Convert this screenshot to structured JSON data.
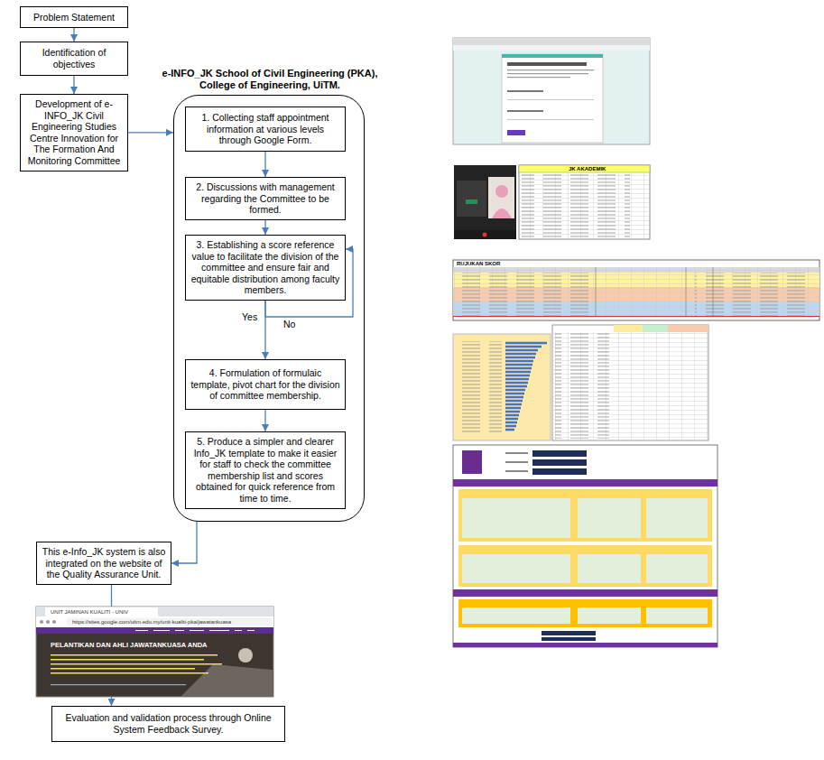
{
  "diagram": {
    "nodes": [
      {
        "text": [
          "Problem Statement"
        ]
      },
      {
        "text": [
          "Identification of objectives"
        ]
      },
      {
        "text": [
          "Development of e-INFO_JK Civil Engineering Studies Centre Innovation for The Formation And Monitoring Committee"
        ]
      },
      {
        "text": [
          "e-INFO_JK School of Civil Engineering (PKA), College of Engineering, UiTM."
        ]
      },
      {
        "text": [
          "1. Collecting staff appointment information at various levels through Google Form."
        ],
        "in": 3
      },
      {
        "text": [
          "2. Discussions with management regarding the Committee to be formed."
        ],
        "in": 3
      },
      {
        "text": [
          "3. Establishing a score reference value to facilitate the division of the committee and ensure fair and equitable distribution among faculty members."
        ],
        "in": 3
      },
      {
        "text": [
          "4. Formulation of formulaic template, pivot chart for the division of committee membership."
        ],
        "in": 3
      },
      {
        "text": [
          "5. Produce a simpler and clearer Info_JK template to make it easier for staff to check the committee membership list and scores obtained for quick reference from time to time."
        ],
        "in": 3
      },
      {
        "text": [
          "This e-Info_JK system is also integrated on the website of the Quality Assurance Unit."
        ]
      },
      {
        "text": [
          "Evaluation and validation process through Online System Feedback Survey."
        ]
      }
    ],
    "edges": [
      {
        "from": 0,
        "to": 1,
        "arrow": "to"
      },
      {
        "from": 1,
        "to": 2,
        "arrow": "to"
      },
      {
        "from": 2,
        "to": 3,
        "arrow": "to"
      },
      {
        "from": 4,
        "to": 5,
        "arrow": "to"
      },
      {
        "from": 5,
        "to": 6,
        "arrow": "to"
      },
      {
        "from": 6,
        "to": 7,
        "label": "Yes",
        "arrow": "to"
      },
      {
        "from": 6,
        "to": 6,
        "label": "No",
        "arrow": "to"
      },
      {
        "from": 7,
        "to": 8,
        "arrow": "to"
      },
      {
        "from": 3,
        "to": 9,
        "arrow": "to"
      },
      {
        "from": 9,
        "to": 10,
        "arrow": "to"
      }
    ],
    "labels": [
      "JK AKADEMIK",
      "RUJUKAN SKOR",
      "UNIT JAMINAN KUALITI - UNIV",
      "https://sites.google.com/uitm.edu.my/unit-kualiti-pka/jawatankuasa",
      "PELANTIKAN DAN AHLI JAWATANKUASA ANDA"
    ]
  }
}
